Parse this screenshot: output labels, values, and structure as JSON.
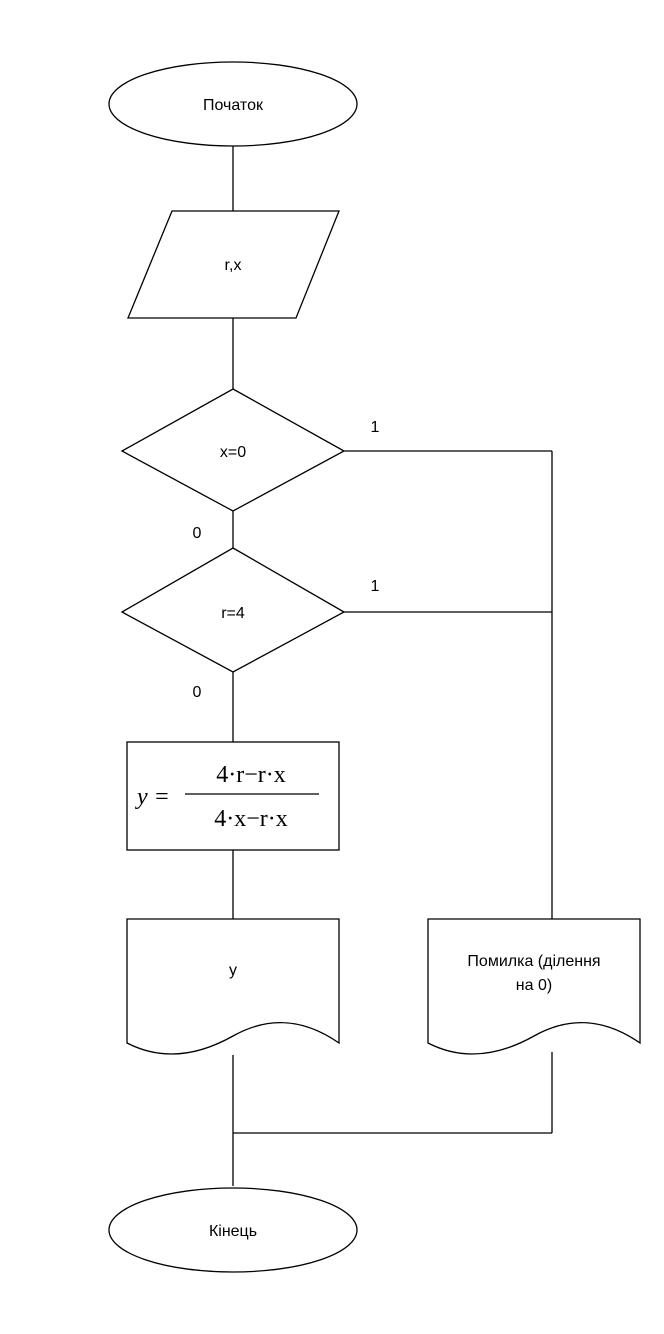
{
  "start": "Початок",
  "input": "r,x",
  "cond_x": "x=0",
  "cond_x_yes": "1",
  "cond_x_no": "0",
  "cond_r": "r=4",
  "cond_r_yes": "1",
  "cond_r_no": "0",
  "formula": {
    "lhs": "y =",
    "numerator": "4·r−r·x",
    "denominator": "4·x−r·x"
  },
  "output": "y",
  "error_line1": "Помилка (ділення",
  "error_line2": "на 0)",
  "end": "Кінець"
}
